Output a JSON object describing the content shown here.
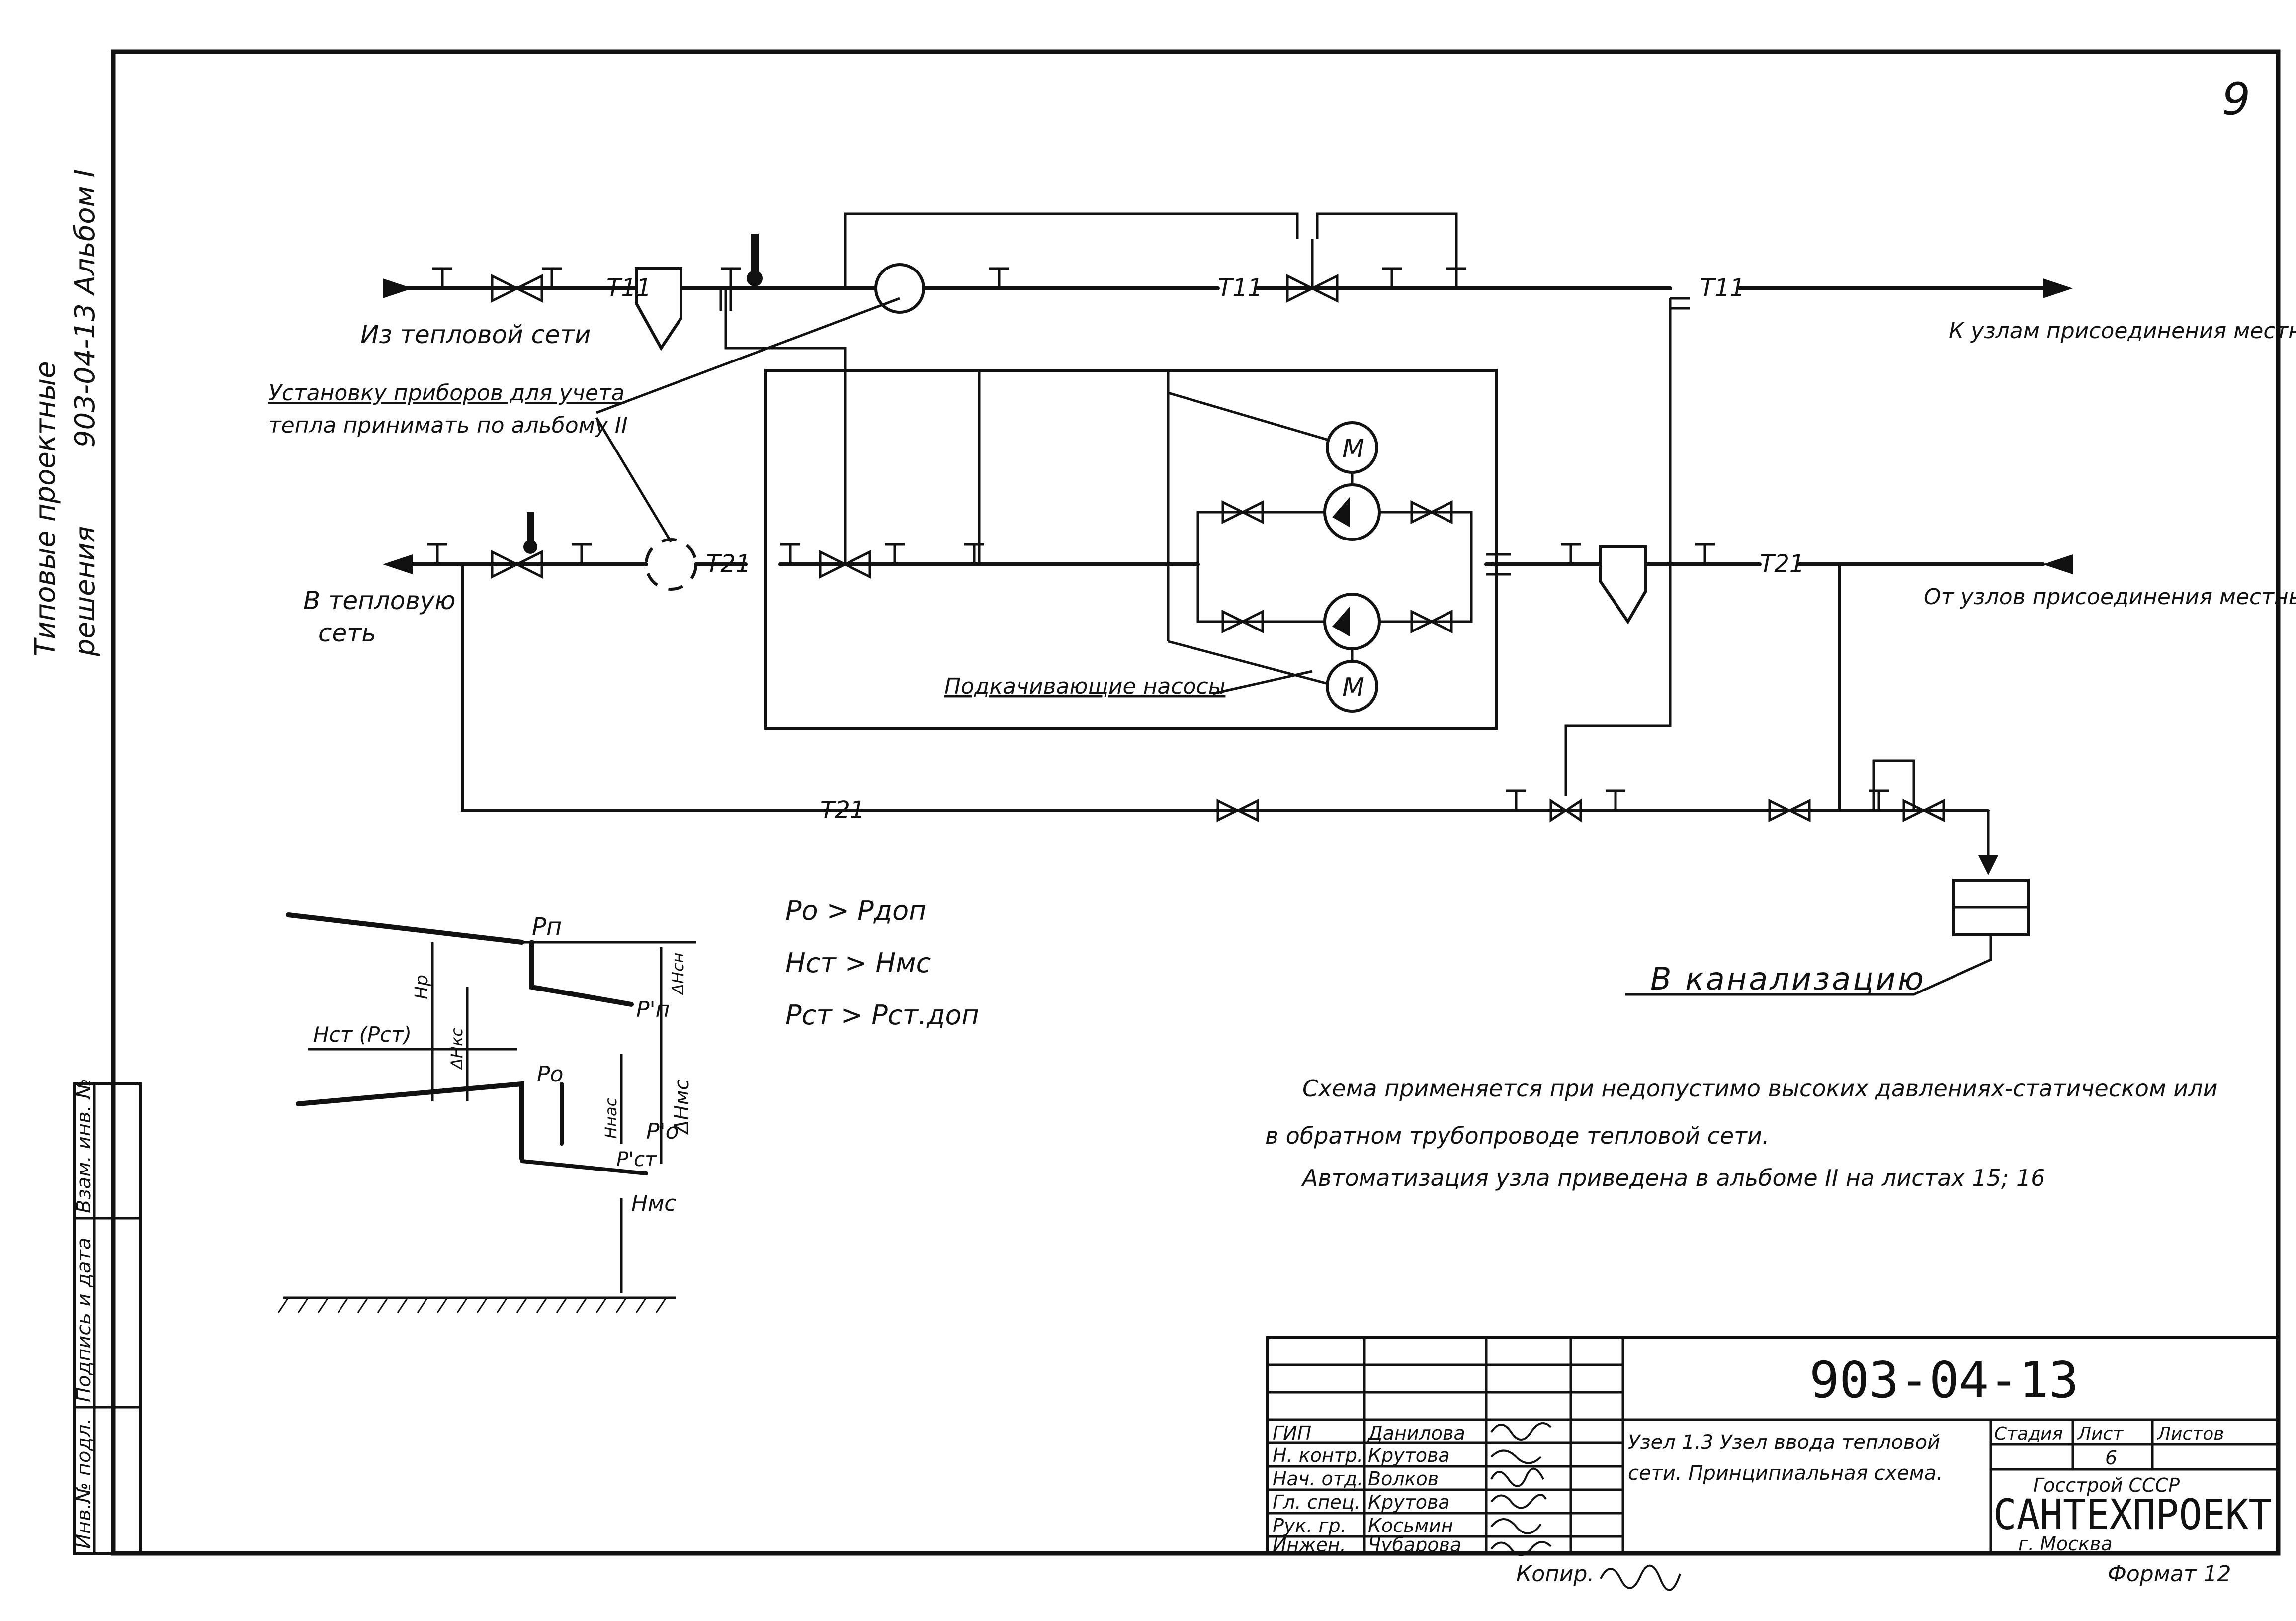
{
  "page_number": "9",
  "sidebar": {
    "line1": "Типовые проектные",
    "line2": "решения",
    "line3": "903-04-13   Альбом I"
  },
  "left_stamp": {
    "col1": "Инв.№ подл.",
    "col2": "Подпись и дата",
    "col3": "Взам. инв. №"
  },
  "pipes": {
    "t11_a": "T11",
    "t11_b": "T11",
    "t11_c": "T11",
    "t21_a": "T21",
    "t21_b": "T21",
    "t21_c": "T21"
  },
  "labels": {
    "from_network": "Из тепловой сети",
    "to_local_systems": "К узлам присоединения местных систем",
    "instruments_note_1": "Установку приборов для учета",
    "instruments_note_2": "тепла принимать по альбому II",
    "to_network_1": "В тепловую",
    "to_network_2": "сеть",
    "from_local_systems": "От узлов присоединения местных систем",
    "booster_pumps": "Подкачивающие насосы",
    "sewer": "В канализацию",
    "motor": "M"
  },
  "pressure_diagram": {
    "pn": "Pп",
    "pn_prime": "P'п",
    "po": "Pо",
    "po_prime": "P'о",
    "pct_prime": "P'ст",
    "hp": "Hр",
    "hct": "Hст (Pст)",
    "dhcn": "ΔHсн",
    "dhkc": "ΔHкс",
    "dhmc": "ΔHмс",
    "hnac": "Hнас",
    "hmc": "Hмс"
  },
  "conditions": {
    "c1": "Pо > Pдоп",
    "c2": "Hст > Hмс",
    "c3": "Pст > Pст.доп"
  },
  "notes": {
    "n1": "Схема применяется при недопустимо высоких давлениях-статическом или",
    "n2": "в обратном трубопроводе тепловой сети.",
    "n3": "Автоматизация узла приведена в альбоме II на листах 15; 16"
  },
  "title_block": {
    "doc_code": "903-04-13",
    "roles": [
      "ГИП",
      "Н. контр.",
      "Нач. отд.",
      "Гл. спец.",
      "Рук. гр.",
      "Инжен."
    ],
    "names": [
      "Данилова",
      "Крутова",
      "Волков",
      "Крутова",
      "Косьмин",
      "Чубарова"
    ],
    "title": "Узел 1.3 Узел ввода тепловой сети. Принципиальная схема.",
    "stage_hdr": "Стадия",
    "sheet_hdr": "Лист",
    "sheets_hdr": "Листов",
    "sheet_no": "6",
    "org1": "Госстрой СССР",
    "org2": "САНТЕХПРОЕКТ",
    "org3": "г. Москва",
    "copied": "Копир.",
    "format": "Формат 12"
  }
}
